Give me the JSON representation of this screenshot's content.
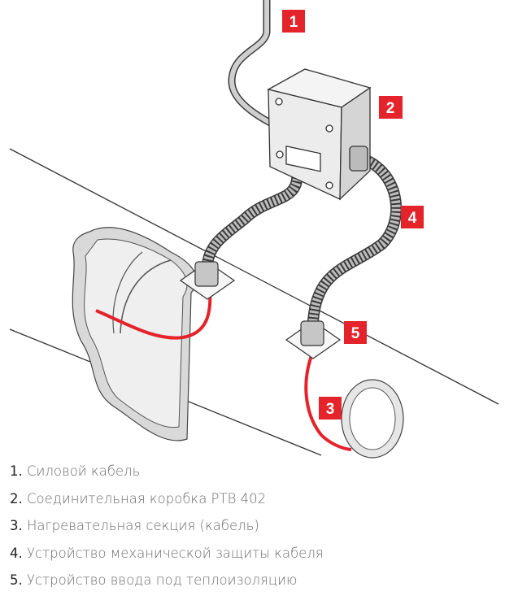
{
  "badges": [
    "1",
    "2",
    "3",
    "4",
    "5"
  ],
  "legend": [
    {
      "num": "1.",
      "text": "Силовой кабель"
    },
    {
      "num": "2.",
      "text": "Соединительная коробка PTB 402"
    },
    {
      "num": "3.",
      "text": "Нагревательная секция (кабель)"
    },
    {
      "num": "4.",
      "text": "Устройство механической защиты кабеля"
    },
    {
      "num": "5.",
      "text": "Устройство ввода под теплоизоляцию"
    }
  ],
  "colors": {
    "accent": "#e4232b",
    "cable_grey": "#c9c9c9",
    "outline": "#3a3a3a"
  }
}
